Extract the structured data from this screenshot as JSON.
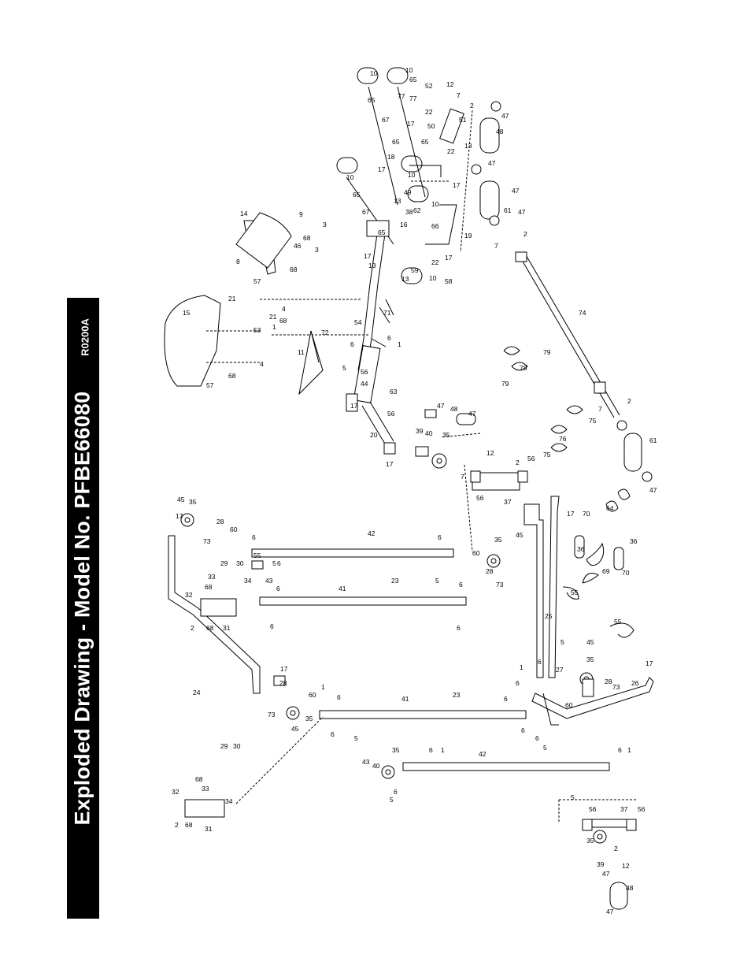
{
  "header": {
    "title": "Exploded Drawing - Model No. PFBE66080",
    "drawing_code": "R0200A"
  },
  "part_callouts": [
    "1",
    "2",
    "3",
    "4",
    "5",
    "6",
    "7",
    "8",
    "9",
    "10",
    "11",
    "12",
    "13",
    "14",
    "15",
    "16",
    "17",
    "18",
    "19",
    "20",
    "21",
    "22",
    "23",
    "24",
    "25",
    "26",
    "27",
    "28",
    "29",
    "30",
    "31",
    "32",
    "33",
    "34",
    "35",
    "36",
    "37",
    "38",
    "39",
    "40",
    "41",
    "42",
    "43",
    "44",
    "45",
    "46",
    "47",
    "48",
    "49",
    "50",
    "51",
    "52",
    "53",
    "54",
    "55",
    "56",
    "57",
    "58",
    "59",
    "60",
    "61",
    "62",
    "63",
    "64",
    "65",
    "66",
    "67",
    "68",
    "69",
    "70",
    "71",
    "72",
    "73",
    "74",
    "75",
    "76",
    "77",
    "78",
    "79"
  ]
}
